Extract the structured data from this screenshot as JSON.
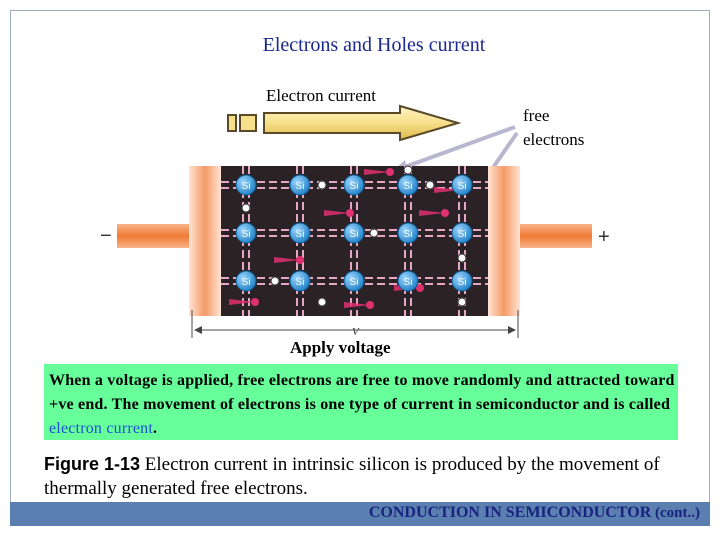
{
  "slide": {
    "title": "Electrons and Holes current",
    "label_electron_current": "Electron current",
    "label_free_line1": "free",
    "label_free_line2": "electrons",
    "label_apply_voltage": "Apply voltage",
    "terminal_negative": "−",
    "terminal_positive": "+",
    "voltage_symbol": "V",
    "atom_label": "Si",
    "explanation_part1": "When a voltage is applied, free electrons are free to move randomly and attracted toward +ve end. The movement of electrons is one type of current in semiconductor and is called ",
    "explanation_highlight": "electron current",
    "explanation_end": ".",
    "caption_figure": "Figure 1-13",
    "caption_text": " Electron current in intrinsic silicon is produced by the movement of thermally generated free electrons.",
    "footer_main": "CONDUCTION IN SEMICONDUCTOR",
    "footer_suffix": " (cont..)"
  },
  "colors": {
    "title": "#1a2a8c",
    "highlight_box": "#66ff99",
    "highlight_text": "#1f4fd8",
    "footer_bar": "#5b7fb0",
    "lattice_bg": "#2a2224",
    "bond": "#e6a6c6",
    "atom": "#2f93d6",
    "electron": "#e0306e",
    "terminal": "#f08a4b"
  }
}
